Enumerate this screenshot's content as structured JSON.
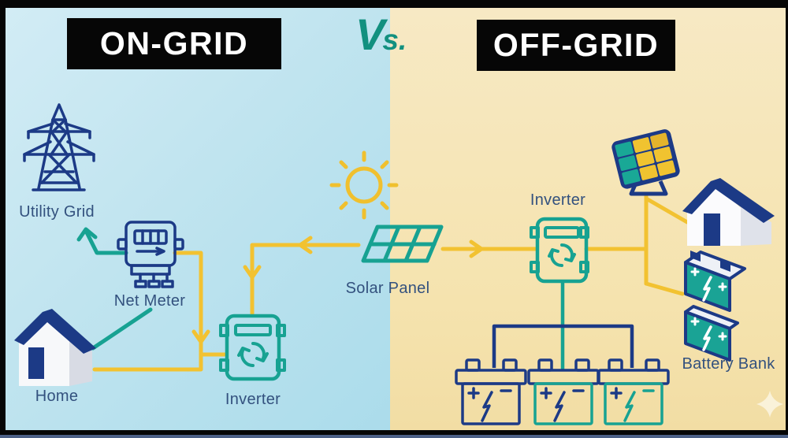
{
  "title_bar": {
    "left_banner": "ON-GRID",
    "vs_v": "V",
    "vs_s": "s.",
    "right_banner": "OFF-GRID"
  },
  "on_grid": {
    "utility_grid_label": "Utility Grid",
    "net_meter_label": "Net Meter",
    "home_label": "Home",
    "inverter_label": "Inverter"
  },
  "center": {
    "solar_panel_label": "Solar Panel"
  },
  "off_grid": {
    "inverter_label": "Inverter",
    "battery_bank_label": "Battery Bank"
  },
  "colors": {
    "navy": "#1c3a86",
    "teal": "#17a292",
    "wire_yellow": "#f2c231",
    "bg_left_blue": "#c0e4ef",
    "bg_right_yellow": "#f5e3ae",
    "banner_bg": "#060606",
    "banner_text": "#ffffff",
    "vs_text": "#12907f",
    "label_text": "#33517e"
  },
  "icons": {
    "transmission-tower-icon": "high voltage pylon, navy outline",
    "net-meter-icon": "electric meter with dial and prongs, navy outline",
    "home-icon": "3d house, navy roof and door",
    "inverter-icon": "box with display and circular sync arrows, teal outline (one on each side)",
    "sun-icon": "yellow outline sun with rays",
    "solar-panel-flat-icon": "teal 2x3 tilted panel grid",
    "solar-panel-tilted-icon": "navy framed 3x3 panel, teal and yellow cells, on stand",
    "house-right-icon": "3d house, navy roof and door",
    "battery-bank-icon": "two stacked 3d teal batteries with lightning bolts",
    "battery-row-icons": "three car batteries with + bolt - marks (navy, teal/navy, teal)",
    "sparkle-icon": "cream four point sparkle"
  }
}
